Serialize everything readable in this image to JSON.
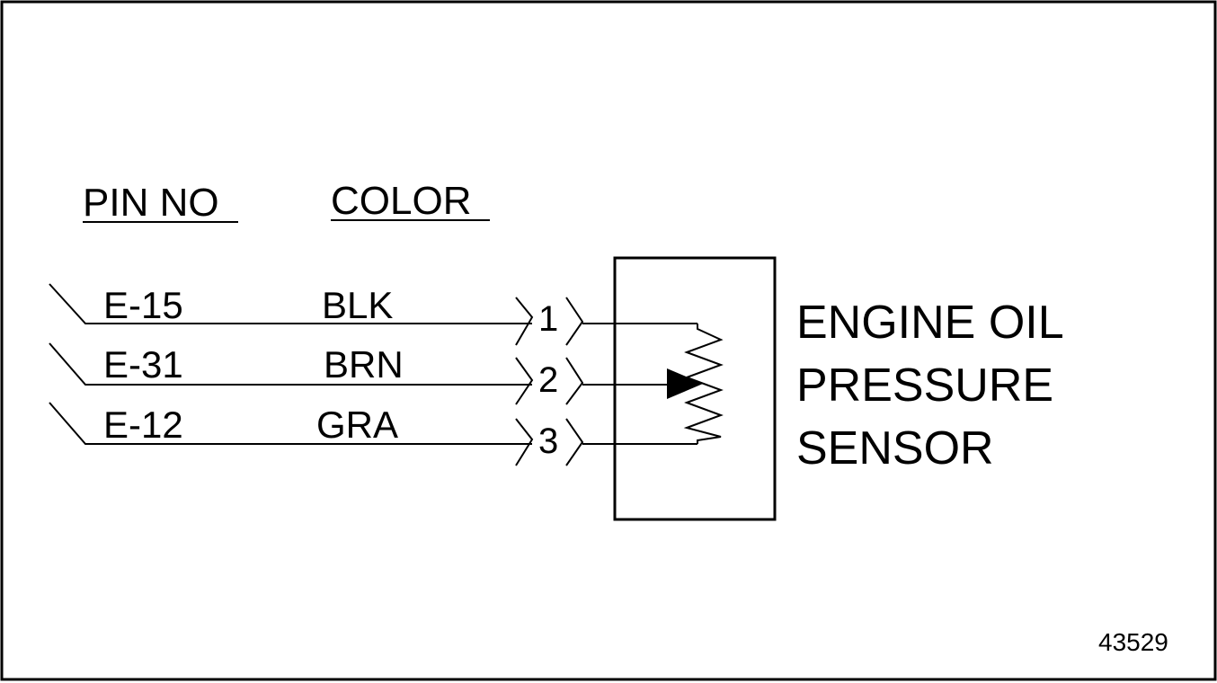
{
  "headers": {
    "pin": "PIN NO",
    "color": "COLOR"
  },
  "wires": [
    {
      "pin": "E-15",
      "color": "BLK",
      "terminal": "1"
    },
    {
      "pin": "E-31",
      "color": "BRN",
      "terminal": "2"
    },
    {
      "pin": "E-12",
      "color": "GRA",
      "terminal": "3"
    }
  ],
  "component": {
    "line1": "ENGINE OIL",
    "line2": "PRESSURE",
    "line3": "SENSOR"
  },
  "figure_number": "43529",
  "colors": {
    "ink": "#000000",
    "background": "#ffffff"
  }
}
